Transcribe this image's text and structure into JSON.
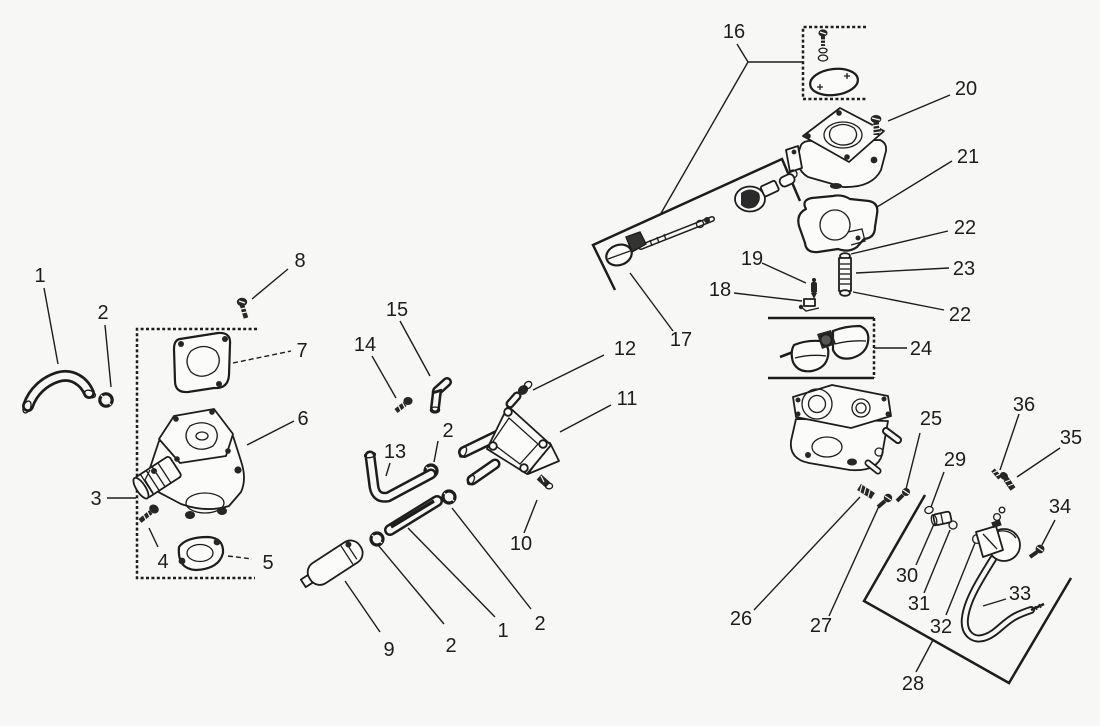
{
  "figure": {
    "kind": "exploded-parts-diagram",
    "background": "#f7f7f5",
    "ink": "#1d1d1d",
    "part_fill": "#fbfbfa"
  },
  "callouts": [
    {
      "id": "hose-upper",
      "label": "1"
    },
    {
      "id": "clamp-upper",
      "label": "2"
    },
    {
      "id": "carb-left-group",
      "label": "3"
    },
    {
      "id": "carb-left-screw",
      "label": "4"
    },
    {
      "id": "gasket-lower",
      "label": "5"
    },
    {
      "id": "carb-left",
      "label": "6"
    },
    {
      "id": "gasket-upper",
      "label": "7"
    },
    {
      "id": "screw-8",
      "label": "8"
    },
    {
      "id": "fuel-filter",
      "label": "9"
    },
    {
      "id": "clamp-filter",
      "label": "2"
    },
    {
      "id": "hose-straight",
      "label": "1"
    },
    {
      "id": "clamp-hose-end",
      "label": "2"
    },
    {
      "id": "clamp-elbow",
      "label": "2"
    },
    {
      "id": "elbow-hose",
      "label": "13"
    },
    {
      "id": "fitting-14",
      "label": "14"
    },
    {
      "id": "fitting-15",
      "label": "15"
    },
    {
      "id": "fitting-10",
      "label": "10"
    },
    {
      "id": "fuel-pump",
      "label": "11"
    },
    {
      "id": "fitting-12",
      "label": "12"
    },
    {
      "id": "carb-top-group",
      "label": "16"
    },
    {
      "id": "choke-shaft",
      "label": "17"
    },
    {
      "id": "inlet-seat",
      "label": "18"
    },
    {
      "id": "inlet-needle",
      "label": "19"
    },
    {
      "id": "screw-20",
      "label": "20"
    },
    {
      "id": "bowl-gasket",
      "label": "21"
    },
    {
      "id": "washer-22a",
      "label": "22"
    },
    {
      "id": "main-jet",
      "label": "23"
    },
    {
      "id": "washer-22b",
      "label": "22"
    },
    {
      "id": "float-assy",
      "label": "24"
    },
    {
      "id": "screw-25",
      "label": "25"
    },
    {
      "id": "fitting-26",
      "label": "26"
    },
    {
      "id": "screw-27",
      "label": "27"
    },
    {
      "id": "fuel-line-group",
      "label": "28"
    },
    {
      "id": "washer-29",
      "label": "29"
    },
    {
      "id": "bushing-30",
      "label": "30"
    },
    {
      "id": "ring-31",
      "label": "31"
    },
    {
      "id": "oring-32",
      "label": "32"
    },
    {
      "id": "tube-33",
      "label": "33"
    },
    {
      "id": "screw-34",
      "label": "34"
    },
    {
      "id": "screw-35",
      "label": "35"
    },
    {
      "id": "screw-36",
      "label": "36"
    }
  ]
}
